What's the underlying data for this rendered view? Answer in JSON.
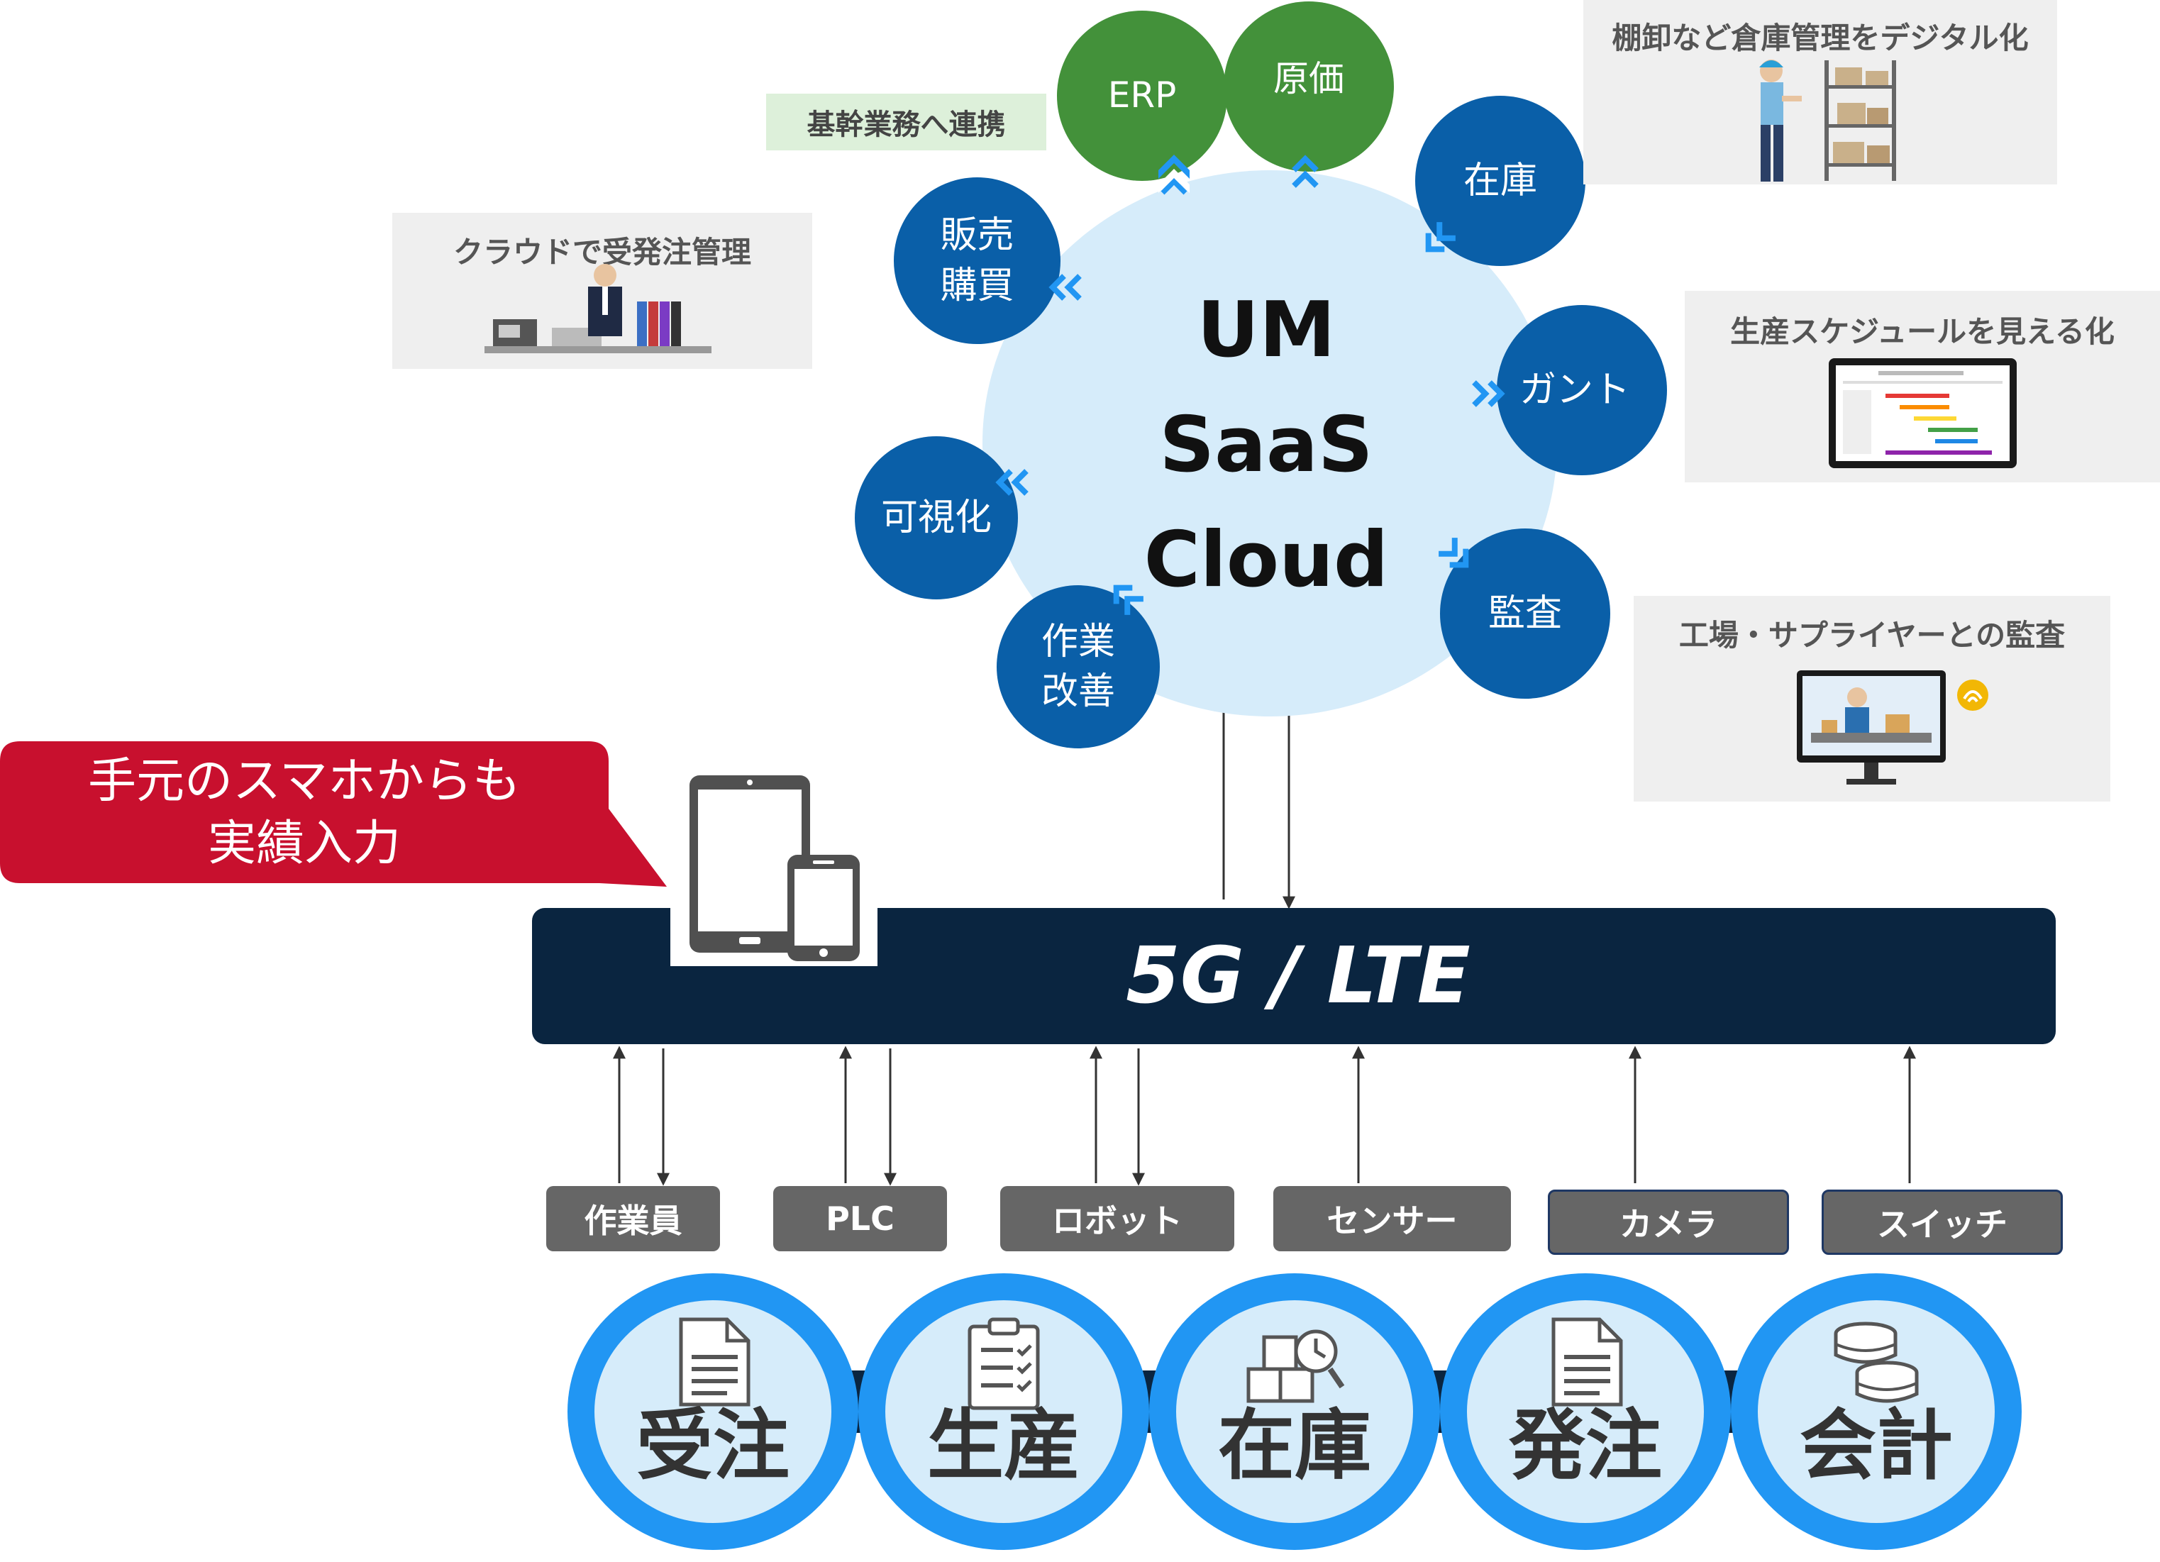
{
  "cloud": {
    "line1": "UM",
    "line2": "SaaS",
    "line3": "Cloud"
  },
  "modules": {
    "erp": "ERP",
    "genka": "原価",
    "zaiko": "在庫",
    "gantt": "ガント",
    "kansa": "監査",
    "sagyo_line1": "作業",
    "sagyo_line2": "改善",
    "kashika": "可視化",
    "hanbai_line1": "販売",
    "hanbai_line2": "購買"
  },
  "callouts": {
    "kikan": "基幹業務へ連携",
    "cloud_order": "クラウドで受発注管理",
    "warehouse": "棚卸など倉庫管理をデジタル化",
    "schedule": "生産スケジュールを見える化",
    "audit": "工場・サプライヤーとの監査"
  },
  "mobile_bubble": {
    "line1": "手元のスマホからも",
    "line2": "実績入力"
  },
  "network": {
    "label": "5G / LTE"
  },
  "devices": [
    "作業員",
    "PLC",
    "ロボット",
    "センサー",
    "カメラ",
    "スイッチ"
  ],
  "processes": [
    "受注",
    "生産",
    "在庫",
    "発注",
    "会計"
  ],
  "colors": {
    "module_blue": "#0A5FA8",
    "module_green": "#43913A",
    "cloud_fill": "#D6ECFA",
    "network_bar": "#0A2540",
    "bubble_red": "#C8102E",
    "device_gray": "#666666",
    "process_ring": "#2196F3"
  }
}
